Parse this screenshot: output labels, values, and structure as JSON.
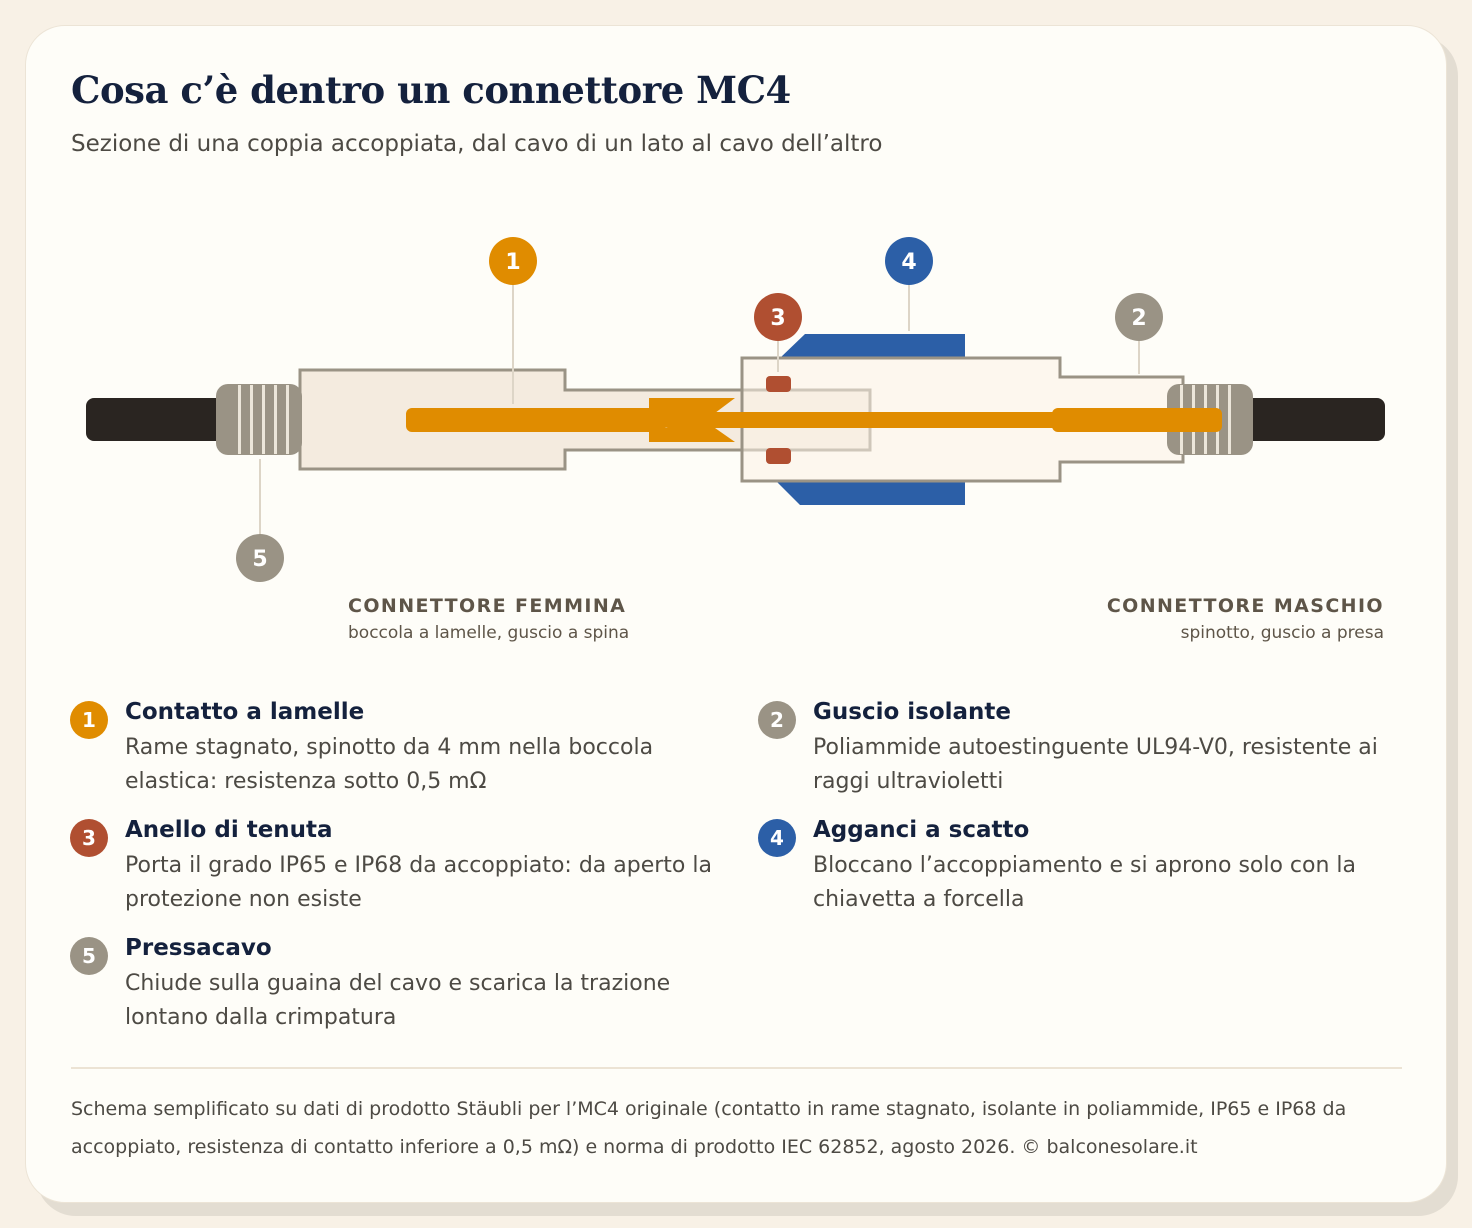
{
  "title": "Cosa c’è dentro un connettore MC4",
  "subtitle": "Sezione di una coppia accoppiata, dal cavo di un lato al cavo dell’altro",
  "colors": {
    "contact": "#e08c00",
    "shell": "#9a9385",
    "seal": "#b04f31",
    "latch": "#2c5fa7",
    "cable": "#2a2521",
    "title": "#14213d"
  },
  "callouts": [
    {
      "number": "1",
      "color": "#e08c00"
    },
    {
      "number": "2",
      "color": "#9a9385"
    },
    {
      "number": "3",
      "color": "#b04f31"
    },
    {
      "number": "4",
      "color": "#2c5fa7"
    },
    {
      "number": "5",
      "color": "#9a9385"
    }
  ],
  "connectors": {
    "female": {
      "name": "CONNETTORE FEMMINA",
      "desc": "boccola a lamelle, guscio a spina"
    },
    "male": {
      "name": "CONNETTORE MASCHIO",
      "desc": "spinotto, guscio a presa"
    }
  },
  "legend": [
    {
      "number": "1",
      "color": "#e08c00",
      "title": "Contatto a lamelle",
      "desc": "Rame stagnato, spinotto da 4 mm nella boccola elastica: resistenza sotto 0,5 mΩ"
    },
    {
      "number": "2",
      "color": "#9a9385",
      "title": "Guscio isolante",
      "desc": "Poliammide autoestinguente UL94-V0, resistente ai raggi ultravioletti"
    },
    {
      "number": "3",
      "color": "#b04f31",
      "title": "Anello di tenuta",
      "desc": "Porta il grado IP65 e IP68 da accoppiato: da aperto la protezione non esiste"
    },
    {
      "number": "4",
      "color": "#2c5fa7",
      "title": "Agganci a scatto",
      "desc": "Bloccano l’accoppiamento e si aprono solo con la chiavetta a forcella"
    },
    {
      "number": "5",
      "color": "#9a9385",
      "title": "Pressacavo",
      "desc": "Chiude sulla guaina del cavo e scarica la trazione lontano dalla crimpatura"
    }
  ],
  "footnote": "Schema semplificato su dati di prodotto Stäubli per l’MC4 originale (contatto in rame stagnato, isolante in poliammide, IP65 e IP68 da accoppiato, resistenza di contatto inferiore a 0,5 mΩ) e norma di prodotto IEC 62852, agosto 2026. © balconesolare.it"
}
